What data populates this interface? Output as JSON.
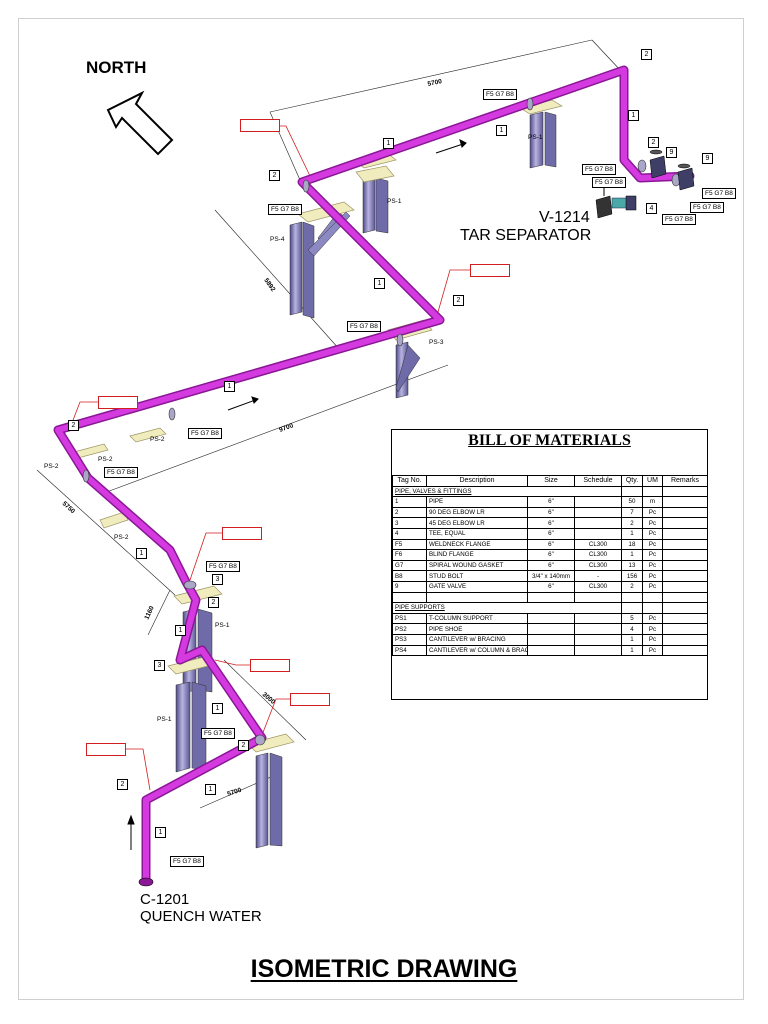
{
  "north_label": "NORTH",
  "drawing_title": "ISOMETRIC DRAWING",
  "destination": {
    "tag": "V-1214",
    "description": "TAR SEPARATOR"
  },
  "origin": {
    "tag": "C-1201",
    "description": "QUENCH WATER"
  },
  "flange_set_label": "F5 G7 B8",
  "dimensions": [
    "5700",
    "5892",
    "9700",
    "5750",
    "1160",
    "3000",
    "5700"
  ],
  "supports": {
    "ps1": "PS-1",
    "ps2": "PS-2",
    "ps3": "PS-3",
    "ps4": "PS-4"
  },
  "item_markers": [
    "1",
    "2",
    "3",
    "4",
    "9"
  ],
  "colors": {
    "pipe": "#d43ae0",
    "pipe_dark": "#8a1795",
    "steel": "#6f6aa8",
    "steel_light": "#b8b4e0",
    "shoe": "#f0ecbe",
    "shoe_edge": "#9d9565",
    "tag_red": "#d21e1e",
    "valve_teal": "#4aa8a6"
  },
  "bill_of_materials": {
    "title": "BILL OF MATERIALS",
    "columns": [
      "Tag No.",
      "Description",
      "Size",
      "Schedule",
      "Qty.",
      "UM",
      "Remarks"
    ],
    "section_pipe": "PIPE, VALVES & FITTINGS",
    "pipe_rows": [
      {
        "tag": "1",
        "desc": "PIPE",
        "size": "6\"",
        "schedule": "",
        "qty": "50",
        "um": "m"
      },
      {
        "tag": "2",
        "desc": "90 DEG ELBOW LR",
        "size": "6\"",
        "schedule": "",
        "qty": "7",
        "um": "Pc"
      },
      {
        "tag": "3",
        "desc": "45 DEG ELBOW LR",
        "size": "6\"",
        "schedule": "",
        "qty": "2",
        "um": "Pc"
      },
      {
        "tag": "4",
        "desc": "TEE, EQUAL",
        "size": "6\"",
        "schedule": "",
        "qty": "1",
        "um": "Pc"
      },
      {
        "tag": "F5",
        "desc": "WELDNECK FLANGE",
        "size": "6\"",
        "schedule": "CL300",
        "qty": "18",
        "um": "Pc"
      },
      {
        "tag": "F6",
        "desc": "BLIND FLANGE",
        "size": "6\"",
        "schedule": "CL300",
        "qty": "1",
        "um": "Pc"
      },
      {
        "tag": "G7",
        "desc": "SPIRAL WOUND GASKET",
        "size": "6\"",
        "schedule": "CL300",
        "qty": "13",
        "um": "Pc"
      },
      {
        "tag": "B8",
        "desc": "STUD BOLT",
        "size": "3/4\" x 140mm",
        "schedule": "-",
        "qty": "156",
        "um": "Pc"
      },
      {
        "tag": "9",
        "desc": "GATE VALVE",
        "size": "6\"",
        "schedule": "CL300",
        "qty": "2",
        "um": "Pc"
      }
    ],
    "section_supports": "PIPE SUPPORTS",
    "support_rows": [
      {
        "tag": "PS1",
        "desc": "T-COLUMN SUPPORT",
        "qty": "5",
        "um": "Pc"
      },
      {
        "tag": "PS2",
        "desc": "PIPE SHOE",
        "qty": "4",
        "um": "Pc"
      },
      {
        "tag": "PS3",
        "desc": "CANTILEVER w/ BRACING",
        "qty": "1",
        "um": "Pc"
      },
      {
        "tag": "PS4",
        "desc": "CANTILEVER w/ COLUMN & BRACING",
        "qty": "1",
        "um": "Pc"
      }
    ]
  }
}
